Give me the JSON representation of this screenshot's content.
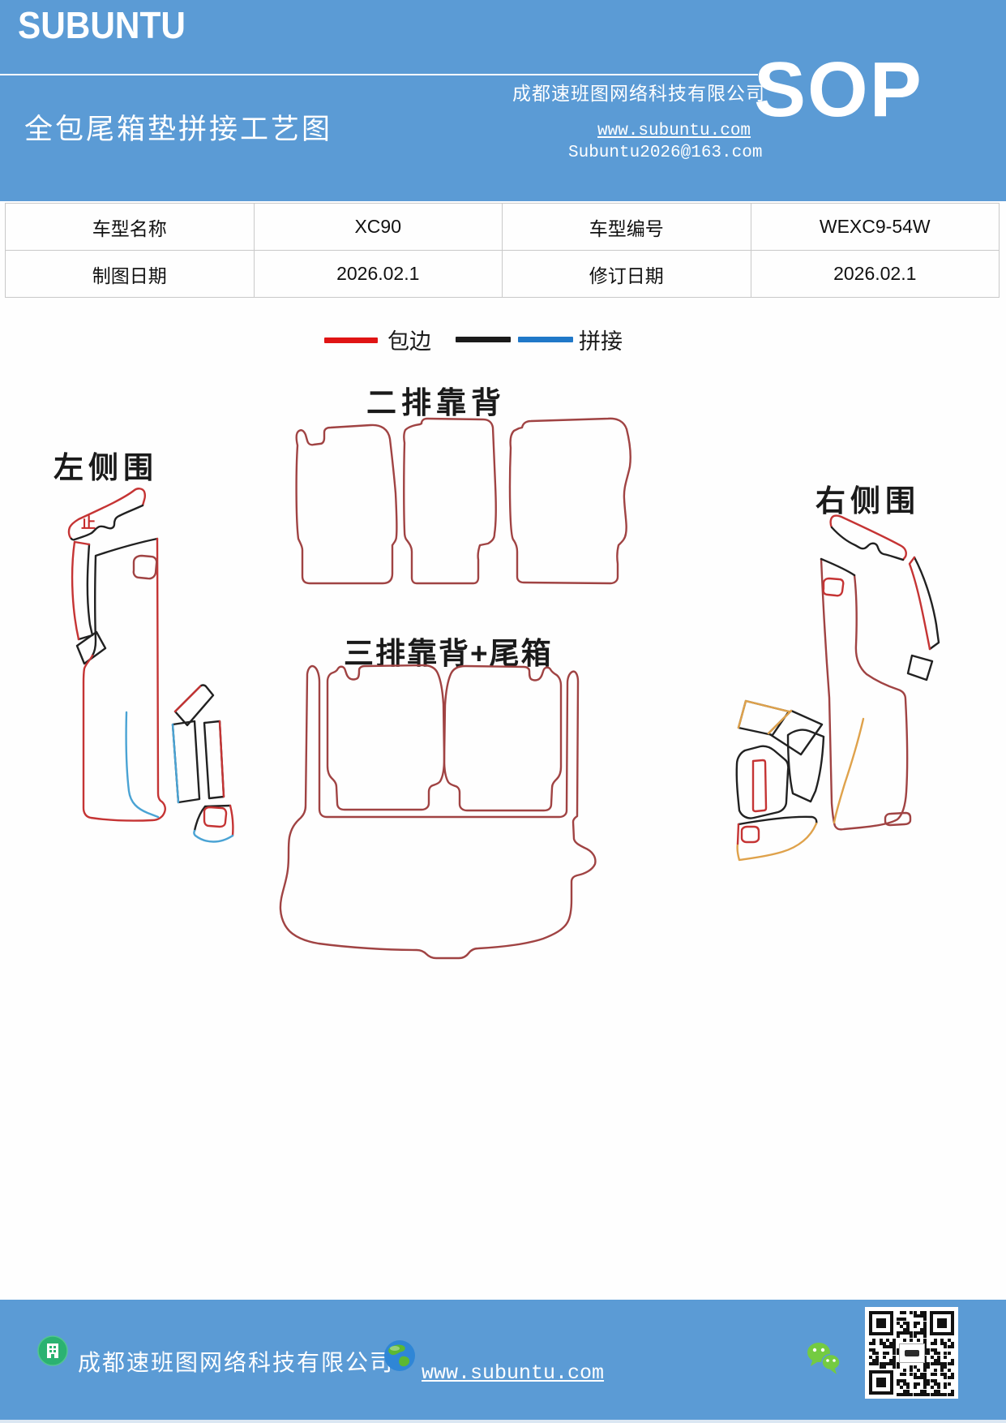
{
  "header": {
    "logo": "SUBUNTU",
    "sop": "SOP",
    "company": "成都速班图网络科技有限公司",
    "title": "全包尾箱垫拼接工艺图",
    "website": "www.subuntu.com",
    "email": "Subuntu2026@163.com",
    "bg_color": "#5b9bd5"
  },
  "info_table": {
    "rows": [
      [
        "车型名称",
        "XC90",
        "车型编号",
        "WEXC9-54W"
      ],
      [
        "制图日期",
        "2026.02.1",
        "修订日期",
        "2026.02.1"
      ]
    ]
  },
  "legend": {
    "edge_label": "包边",
    "splice_label": "拼接",
    "edge_color": "#e01414",
    "splice_black": "#1a1a1a",
    "splice_blue": "#2078c8"
  },
  "diagram": {
    "labels": {
      "second_row": "二排靠背",
      "left_side": "左侧围",
      "right_side": "右侧围",
      "third_row_trunk": "三排靠背+尾箱",
      "stop_mark": "止"
    },
    "colors": {
      "outline_maroon": "#a04343",
      "edge_red": "#c53434",
      "seam_black": "#212121",
      "seam_blue": "#4aa3d4",
      "seam_orange": "#dfa24b"
    }
  },
  "footer": {
    "company": "成都速班图网络科技有限公司",
    "website": "www.subuntu.com",
    "bg_color": "#5b9bd5"
  }
}
